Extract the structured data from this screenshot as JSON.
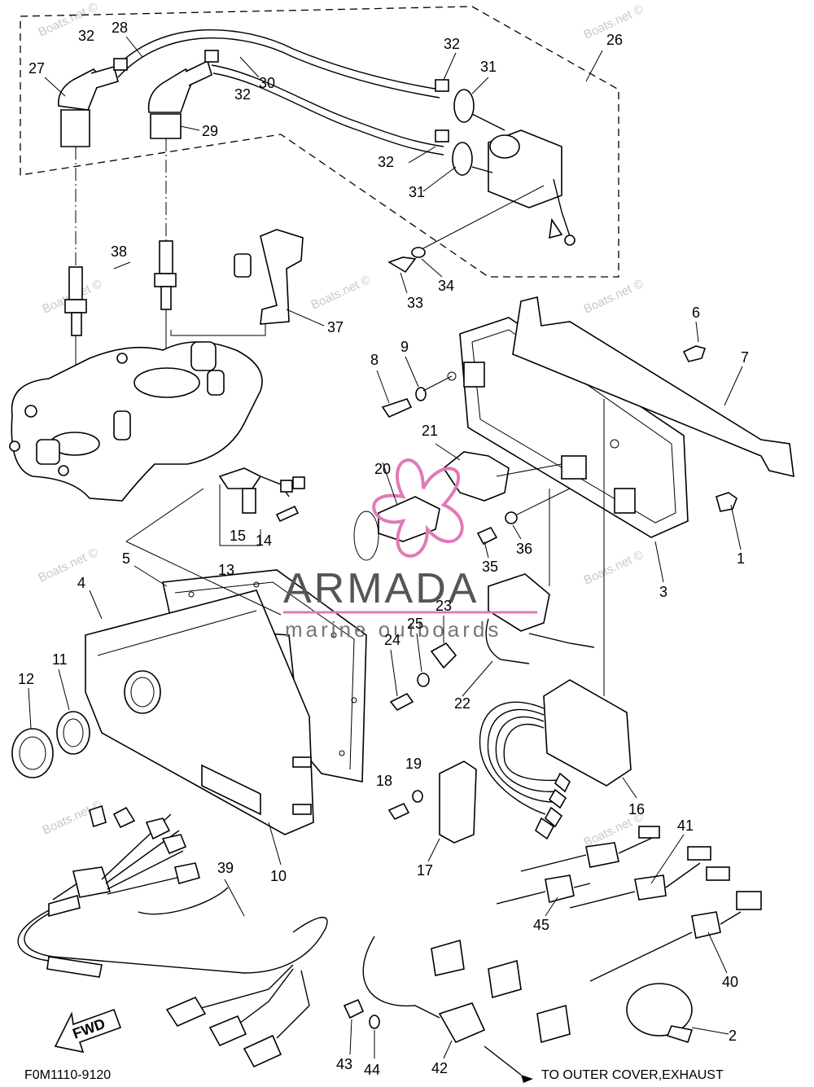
{
  "diagram": {
    "code": "F0M1110-9120",
    "note": "TO OUTER COVER,EXHAUST",
    "fwd": "FWD"
  },
  "logo": {
    "brand": "ARMADA",
    "tagline": "marine outboards",
    "accent": "#e07ab8"
  },
  "watermark": "Boats.net ©",
  "callouts": [
    "1",
    "2",
    "3",
    "4",
    "5",
    "6",
    "7",
    "8",
    "9",
    "10",
    "11",
    "12",
    "13",
    "14",
    "15",
    "16",
    "17",
    "18",
    "19",
    "20",
    "21",
    "22",
    "23",
    "24",
    "25",
    "26",
    "27",
    "28",
    "29",
    "30",
    "31",
    "32",
    "33",
    "34",
    "35",
    "36",
    "37",
    "38",
    "39",
    "40",
    "41",
    "42",
    "43",
    "44",
    "45"
  ]
}
